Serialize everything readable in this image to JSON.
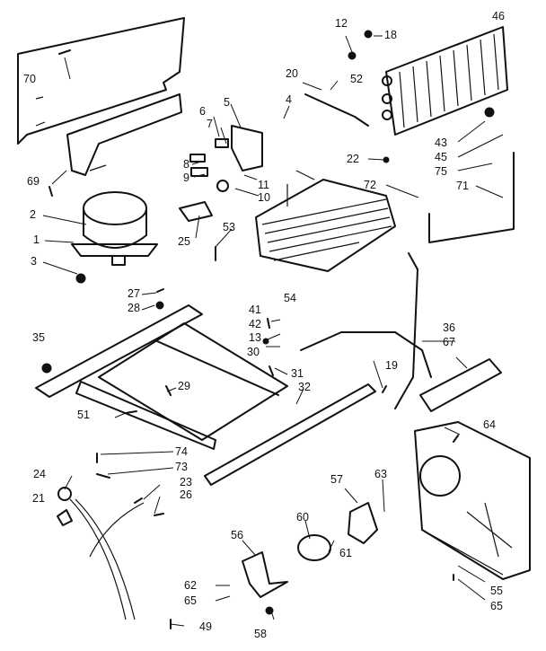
{
  "labels": [
    "12",
    "46",
    "18",
    "70",
    "20",
    "52",
    "4",
    "5",
    "6",
    "7",
    "8",
    "9",
    "11",
    "10",
    "69",
    "2",
    "1",
    "25",
    "53",
    "22",
    "43",
    "45",
    "75",
    "71",
    "72",
    "3",
    "27",
    "28",
    "54",
    "41",
    "42",
    "13",
    "30",
    "31",
    "35",
    "29",
    "32",
    "19",
    "36",
    "67",
    "51",
    "74",
    "73",
    "24",
    "23",
    "26",
    "21",
    "64",
    "57",
    "63",
    "60",
    "56",
    "61",
    "62",
    "65",
    "49",
    "58",
    "55",
    "65"
  ]
}
